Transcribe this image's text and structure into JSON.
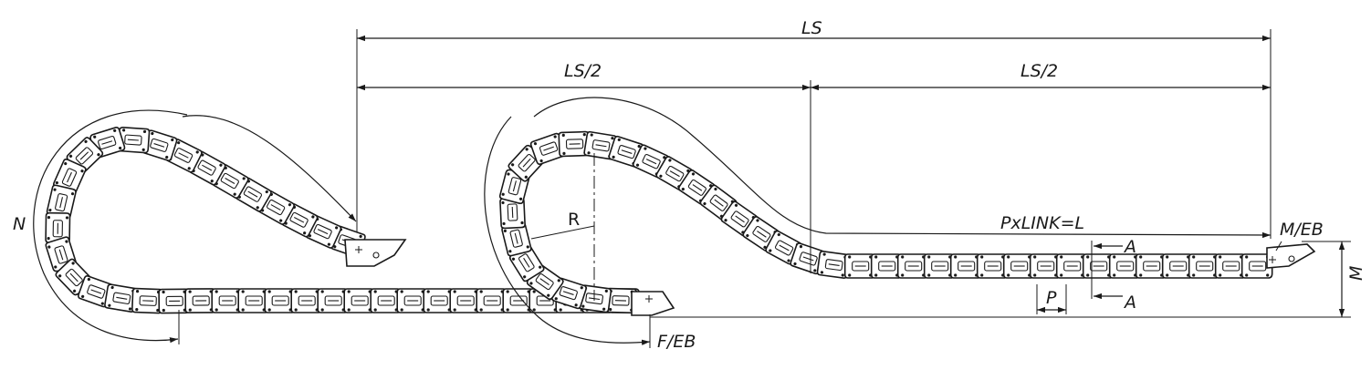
{
  "labels": {
    "total_stroke": "LS",
    "half_stroke_left": "LS/2",
    "half_stroke_right": "LS/2",
    "chain_length": "PxLINK=L",
    "radius": "R",
    "section_mark_top": "A",
    "section_mark_bottom": "A",
    "pitch": "P",
    "moving_end_bracket": "M/EB",
    "fixed_end_bracket": "F/EB",
    "height": "M",
    "loop_label": "N"
  },
  "colors": {
    "line": "#1a1a1a",
    "background": "#ffffff"
  }
}
